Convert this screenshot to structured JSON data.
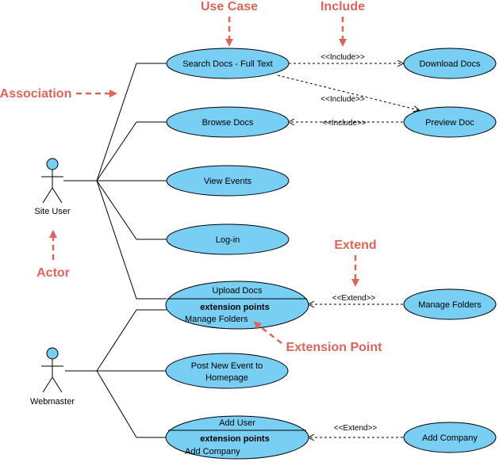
{
  "colors": {
    "usecase_fill": "#79CEF3",
    "actor_fill": "#79CEF3",
    "annotation": "#D9665A"
  },
  "actors": [
    {
      "name": "Site User"
    },
    {
      "name": "Webmaster"
    }
  ],
  "use_cases": {
    "search_docs": "Search Docs - Full Text",
    "download_docs": "Download Docs",
    "browse_docs": "Browse Docs",
    "preview_doc": "Preview Doc",
    "view_events": "View Events",
    "log_in": "Log-in",
    "upload_docs": {
      "title": "Upload Docs",
      "ext_header": "extension points",
      "ext_point": "Manage Folders"
    },
    "manage_folders": "Manage Folders",
    "post_event_line1": "Post New Event to",
    "post_event_line2": "Homepage",
    "add_user": {
      "title": "Add User",
      "ext_header": "extension points",
      "ext_point": "Add Company"
    },
    "add_company": "Add Company"
  },
  "stereotypes": {
    "include1": "<<Include>>",
    "include2": "<<Include>>",
    "include3": "<<Include>>",
    "extend1": "<<Extend>>",
    "extend2": "<<Extend>>"
  },
  "annotations": {
    "use_case": "Use Case",
    "include": "Include",
    "association": "Association",
    "actor": "Actor",
    "extend": "Extend",
    "extension_point": "Extension Point"
  }
}
